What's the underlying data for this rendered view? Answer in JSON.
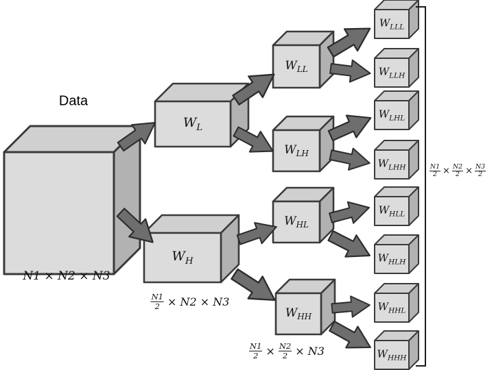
{
  "nodes": {
    "data": {
      "label": "Data"
    },
    "l": {
      "base": "W",
      "sub": "L"
    },
    "h": {
      "base": "W",
      "sub": "H"
    },
    "ll": {
      "base": "W",
      "sub": "LL"
    },
    "lh": {
      "base": "W",
      "sub": "LH"
    },
    "hl": {
      "base": "W",
      "sub": "HL"
    },
    "hh": {
      "base": "W",
      "sub": "HH"
    },
    "lll": {
      "base": "W",
      "sub": "LLL"
    },
    "llh": {
      "base": "W",
      "sub": "LLH"
    },
    "lhl": {
      "base": "W",
      "sub": "LHL"
    },
    "lhh": {
      "base": "W",
      "sub": "LHH"
    },
    "hll": {
      "base": "W",
      "sub": "HLL"
    },
    "hlh": {
      "base": "W",
      "sub": "HLH"
    },
    "hhl": {
      "base": "W",
      "sub": "HHL"
    },
    "hhh": {
      "base": "W",
      "sub": "HHH"
    }
  },
  "dims": {
    "data": "N1 × N2 × N3",
    "h": {
      "f1_num": "N1",
      "f1_den": "2",
      "rest": "× N2 × N3"
    },
    "hh": {
      "f1_num": "N1",
      "f1_den": "2",
      "sep": "×",
      "f2_num": "N2",
      "f2_den": "2",
      "rest": "× N3"
    },
    "right": {
      "f1_num": "N1",
      "f1_den": "2",
      "sep1": "×",
      "f2_num": "N2",
      "f2_den": "2",
      "sep2": "×",
      "f3_num": "N3",
      "f3_den": "2"
    }
  },
  "colors": {
    "background": "#ffffff",
    "cube_front": "#dcdcdc",
    "cube_top": "#d0d0d0",
    "cube_side": "#b2b2b2",
    "cube_edge": "#3a3a3a",
    "arrow_fill": "#6e6e6e",
    "arrow_edge": "#2d2d2d",
    "bracket": "#1a1a1a",
    "text": "#111111"
  }
}
